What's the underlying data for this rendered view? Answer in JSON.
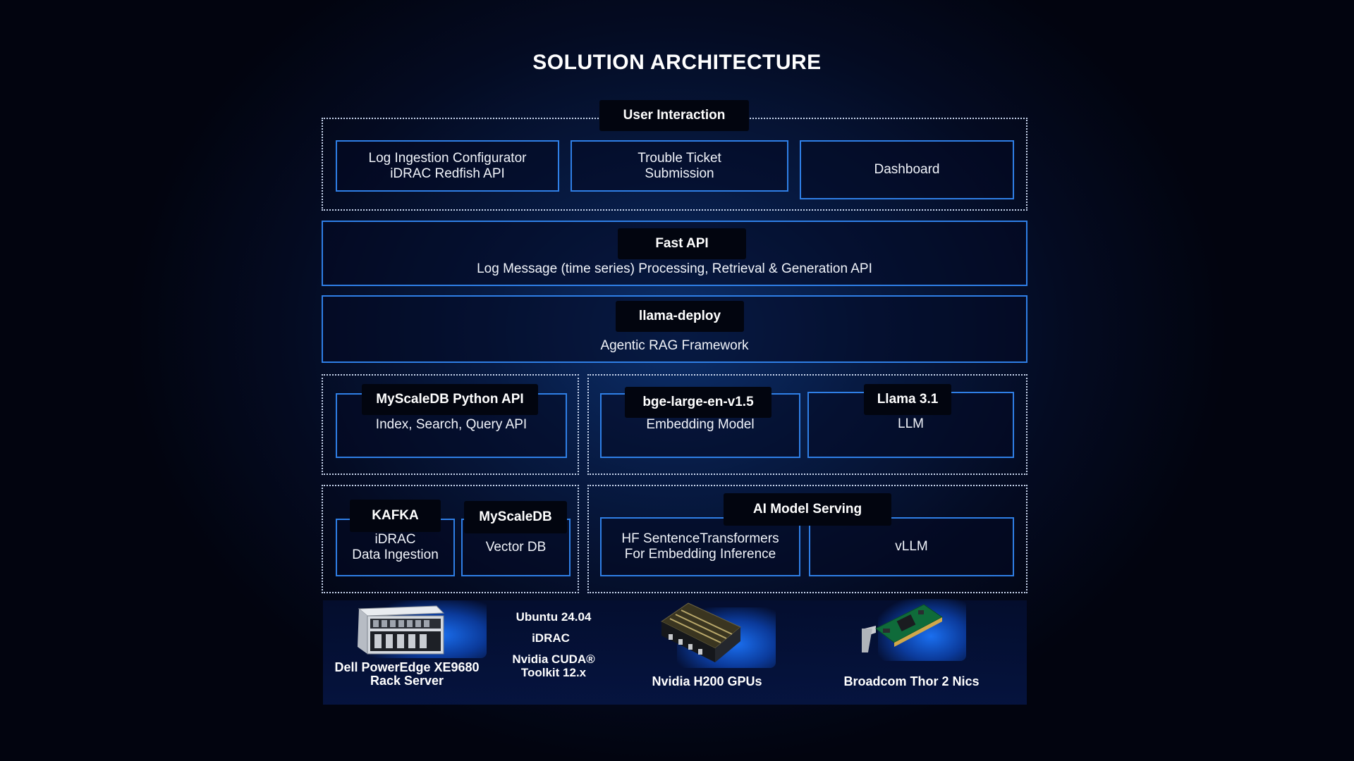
{
  "title": "SOLUTION ARCHITECTURE",
  "user_interaction": {
    "tag": "User Interaction",
    "items": [
      {
        "line1": "Log Ingestion Configurator",
        "line2": "iDRAC Redfish API"
      },
      {
        "line1": "Trouble Ticket",
        "line2": "Submission"
      },
      {
        "line1": "Dashboard",
        "line2": ""
      }
    ]
  },
  "fast_api": {
    "tag": "Fast API",
    "description": "Log Message (time series) Processing, Retrieval & Generation API"
  },
  "llama_deploy": {
    "tag": "llama-deploy",
    "description": "Agentic RAG Framework"
  },
  "myscale_python_api": {
    "tag": "MyScaleDB Python API",
    "description": "Index, Search, Query API"
  },
  "embedding": {
    "tag": "bge-large-en-v1.5",
    "description": "Embedding Model"
  },
  "llm": {
    "tag": "Llama 3.1",
    "description": "LLM"
  },
  "kafka": {
    "tag": "KAFKA",
    "line1": "iDRAC",
    "line2": "Data Ingestion"
  },
  "myscaledb": {
    "tag": "MyScaleDB",
    "description": "Vector DB"
  },
  "ai_model_serving": {
    "tag": "AI Model Serving",
    "hf": {
      "line1": "HF SentenceTransformers",
      "line2": "For Embedding Inference"
    },
    "vllm": "vLLM"
  },
  "hardware": {
    "server": {
      "line1": "Dell PowerEdge XE9680",
      "line2": "Rack Server",
      "icon": "server-icon"
    },
    "software": {
      "os": "Ubuntu 24.04",
      "idrac": "iDRAC",
      "cuda_line1": "Nvidia CUDA®",
      "cuda_line2": "Toolkit 12.x"
    },
    "gpu": {
      "label": "Nvidia H200 GPUs",
      "icon": "gpu-icon"
    },
    "nic": {
      "label": "Broadcom Thor  2 Nics",
      "icon": "nic-card-icon"
    }
  },
  "colors": {
    "accent_border": "#2f7fe6",
    "dotted_border": "#c9d6ee",
    "tag_bg": "#02050f"
  }
}
